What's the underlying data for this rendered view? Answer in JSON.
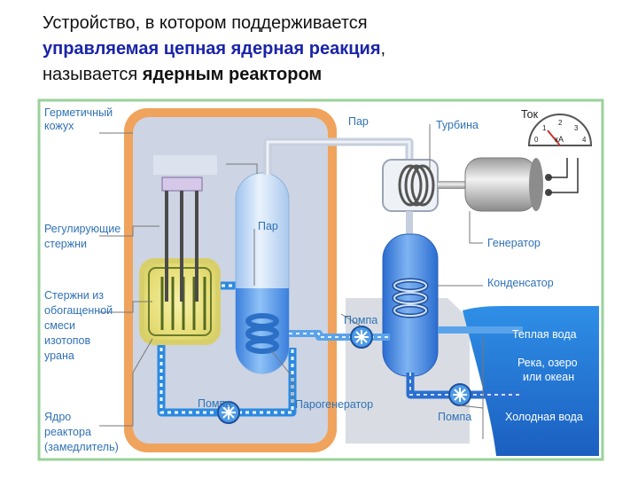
{
  "heading": {
    "line1": "Устройство, в котором поддерживается",
    "line2_highlight": "управляемая цепная ядерная реакция",
    "line2_rest": ",",
    "line3_prefix": "называется ",
    "line3_bold": "ядерным реактором"
  },
  "labels": {
    "sealed_casing_1": "Герметичный",
    "sealed_casing_2": "кожух",
    "steam_top": "Пар",
    "turbine": "Турбина",
    "current": "Ток",
    "meter_unit": "кА",
    "control_rods_1": "Регулирующие",
    "control_rods_2": "стержни",
    "steam_mid": "Пар",
    "generator": "Генератор",
    "condenser": "Конденсатор",
    "fuel_rods_1": "Стержни из",
    "fuel_rods_2": "обогащенной",
    "fuel_rods_3": "смеси",
    "fuel_rods_4": "изотопов",
    "fuel_rods_5": "урана",
    "pump_mid": "Помпа",
    "warm_water": "Теплая вода",
    "water_body_1": "Река, озеро",
    "water_body_2": "или океан",
    "core_1": "Ядро",
    "core_2": "реактора",
    "core_3": "(замедлитель)",
    "pump_bottom": "Помпа",
    "steam_generator": "Парогенератор",
    "pump_right": "Помпа",
    "cold_water": "Холодная вода"
  },
  "meter_ticks": [
    "0",
    "1",
    "2",
    "3",
    "4"
  ],
  "colors": {
    "casing_orange": "#f0a35c",
    "casing_fill": "#cfd6e6",
    "water_blue": "#3a7fd8",
    "pipe_blue": "#2b8ae0",
    "pipe_light": "#d8dee9",
    "core_yellow": "#efe47a",
    "label_blue": "#2f72b6",
    "heading_blue": "#1a24a8",
    "frame_green": "#8fcf8f"
  }
}
